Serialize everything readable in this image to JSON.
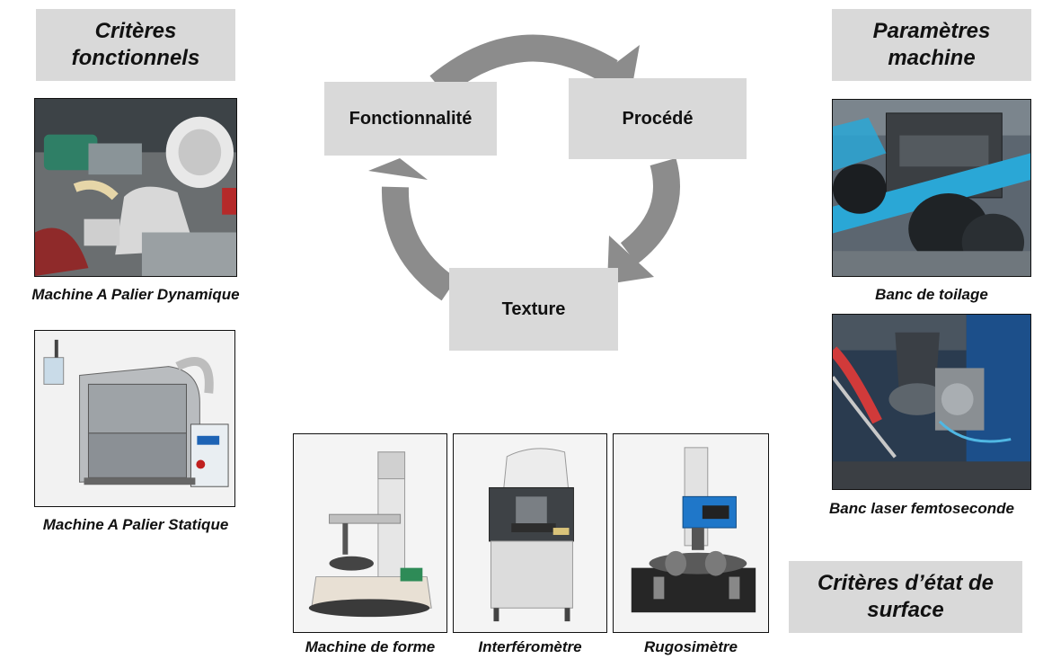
{
  "headers": {
    "criteres_fonctionnels": "Critères fonctionnels",
    "parametres_machine": "Paramètres machine",
    "criteres_etat_surface": "Critères d’état de surface"
  },
  "cycle": {
    "fonctionnalite": "Fonctionnalité",
    "procede": "Procédé",
    "texture": "Texture"
  },
  "captions": {
    "palier_dynamique": "Machine A Palier Dynamique",
    "palier_statique": "Machine A Palier Statique",
    "banc_toilage": "Banc de toilage",
    "banc_laser": "Banc laser femtoseconde",
    "machine_forme": "Machine de forme",
    "interferometre": "Interféromètre",
    "rugosimetre": "Rugosimètre"
  },
  "colors": {
    "box_fill": "#d9d9d9",
    "arrow": "#8c8c8c"
  }
}
